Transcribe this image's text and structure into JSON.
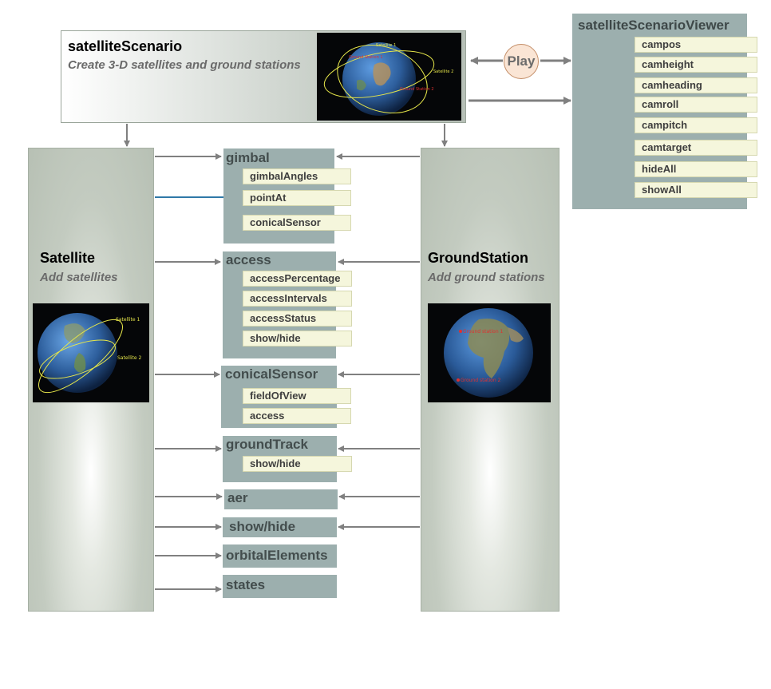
{
  "scenario": {
    "title": "satelliteScenario",
    "subtitle": "Create 3-D satellites and ground stations",
    "image_labels": [
      "Satellite 1",
      "Ground Station 1",
      "Satellite 2",
      "Ground Station 2"
    ]
  },
  "viewer": {
    "title": "satelliteScenarioViewer",
    "play_label": "Play",
    "items": [
      "campos",
      "camheight",
      "camheading",
      "camroll",
      "campitch",
      "camtarget",
      "hideAll",
      "showAll"
    ]
  },
  "satellite": {
    "title": "Satellite",
    "subtitle": "Add satellites",
    "image_labels": [
      "Satellite 1",
      "Satellite 2"
    ]
  },
  "groundstation": {
    "title": "GroundStation",
    "subtitle": "Add ground stations",
    "image_labels": [
      "Ground station 1",
      "Ground station 2"
    ]
  },
  "methods": {
    "gimbal": {
      "title": "gimbal",
      "items": [
        "gimbalAngles",
        "pointAt",
        "conicalSensor"
      ]
    },
    "access": {
      "title": "access",
      "items": [
        "accessPercentage",
        "accessIntervals",
        "accessStatus",
        "show/hide"
      ]
    },
    "conicalSensor": {
      "title": "conicalSensor",
      "items": [
        "fieldOfView",
        "access"
      ]
    },
    "groundTrack": {
      "title": "groundTrack",
      "items": [
        "show/hide"
      ]
    },
    "aer": {
      "title": "aer"
    },
    "showhide": {
      "title": "show/hide"
    },
    "orbitalElements": {
      "title": "orbitalElements"
    },
    "states": {
      "title": "states"
    }
  },
  "colors": {
    "box": "#9cafae",
    "item_bg": "#f5f6dc",
    "arrow": "#808080",
    "point_arrow": "#2f78a8",
    "orbit": "#e6e64a",
    "station": "#e03030"
  }
}
